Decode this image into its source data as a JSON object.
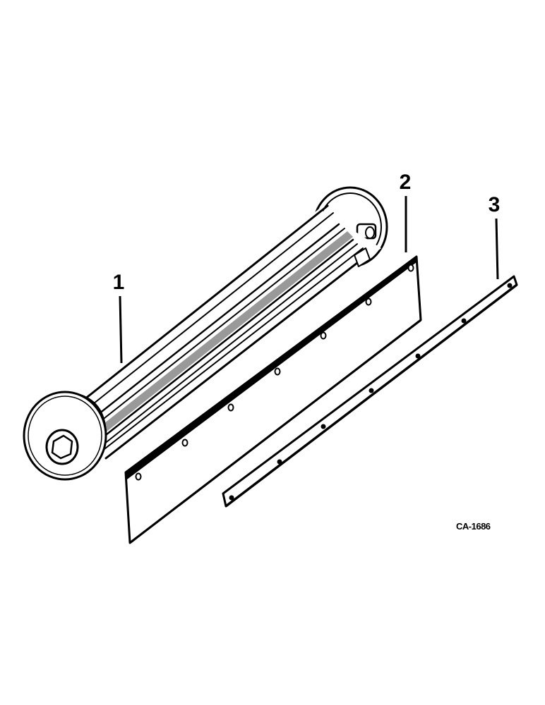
{
  "diagram": {
    "parts": [
      {
        "callout": "1",
        "part": "reel-tube"
      },
      {
        "callout": "2",
        "part": "flat-bat-plate"
      },
      {
        "callout": "3",
        "part": "bat-strip"
      }
    ],
    "figure_code": "CA-1686"
  },
  "colors": {
    "ink": "#000000",
    "paper": "#ffffff",
    "shade": "#d0d0d0"
  }
}
